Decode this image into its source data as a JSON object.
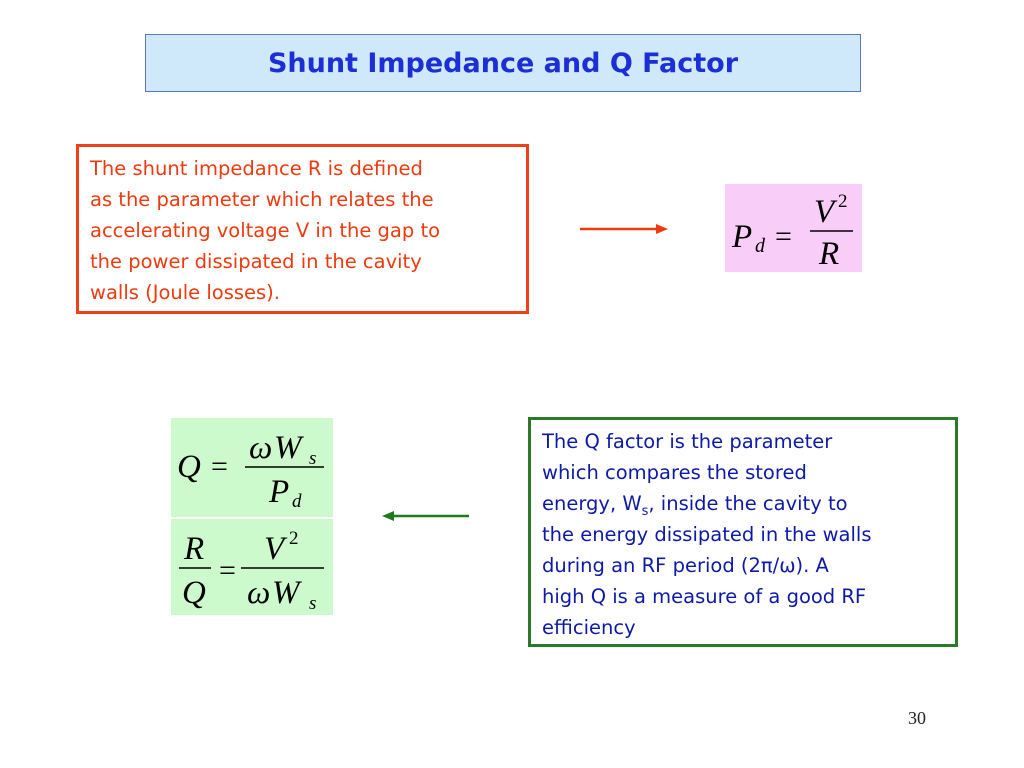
{
  "slide": {
    "title": "Shunt Impedance and Q Factor",
    "page_number": "30"
  },
  "shunt_box": {
    "lines": [
      "The shunt impedance R is defined",
      "as the parameter which relates the",
      "accelerating voltage V in the gap to",
      "the power dissipated in the cavity",
      "walls (Joule losses)."
    ]
  },
  "q_box": {
    "line1": "The Q factor is the parameter",
    "line2": "which compares the stored",
    "line3_pre": "energy, W",
    "line3_sub": "s",
    "line3_post": ", inside the cavity to",
    "line4": "the energy dissipated in the walls",
    "line5": "during an RF period (2π/ω). A",
    "line6": "high Q is a measure of a good RF",
    "line7": "efficiency"
  },
  "formulas": {
    "pd": {
      "lhs": "P",
      "lhs_sub": "d",
      "equals": "=",
      "num": "V",
      "num_sup": "2",
      "den": "R"
    },
    "q": {
      "lhs": "Q",
      "equals": "=",
      "num_omega": "ω",
      "num": "W",
      "num_sub": "s",
      "den": "P",
      "den_sub": "d"
    },
    "rq": {
      "num_l": "R",
      "den_l": "Q",
      "equals": "=",
      "num": "V",
      "num_sup": "2",
      "den_omega": "ω",
      "den": "W",
      "den_sub": "s"
    }
  },
  "colors": {
    "title_text": "#1a2fd6",
    "title_bg": "#cfe9fb",
    "shunt_border": "#f0401a",
    "shunt_text": "#ee3a0e",
    "q_border": "#2a7a2a",
    "q_text": "#0d1aa8",
    "formula_pink": "#f8cdf8",
    "formula_green": "#ccfacc",
    "arrow_right": "#ee3a0e",
    "arrow_left": "#1e7a1e"
  }
}
